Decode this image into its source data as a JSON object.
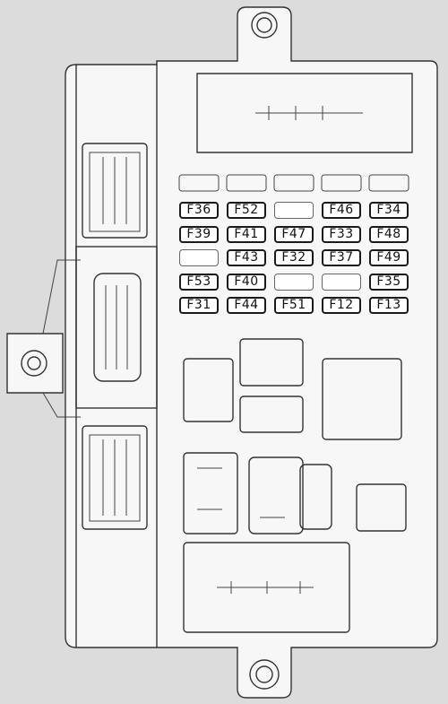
{
  "diagram": {
    "fuse_rows": [
      [
        "F36",
        "F52",
        "",
        "F46",
        "F34"
      ],
      [
        "F39",
        "F41",
        "F47",
        "F33",
        "F48"
      ],
      [
        "",
        "F43",
        "F32",
        "F37",
        "F49"
      ],
      [
        "F53",
        "F40",
        "",
        "",
        "F35"
      ],
      [
        "F31",
        "F44",
        "F51",
        "F12",
        "F13"
      ]
    ]
  }
}
